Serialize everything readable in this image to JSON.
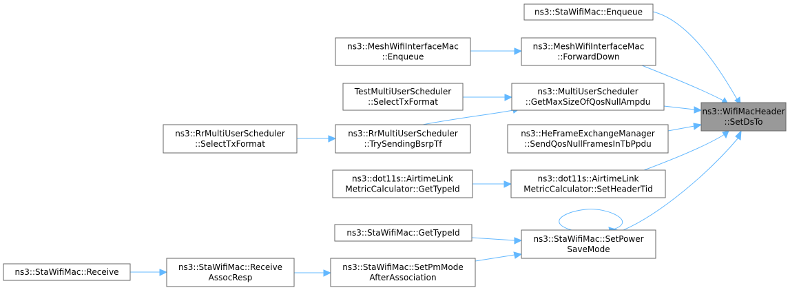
{
  "nodes": [
    {
      "id": "n0",
      "lines": [
        "ns3::WifiMacHeader",
        "::SetDsTo"
      ],
      "focus": true
    },
    {
      "id": "n1",
      "lines": [
        "ns3::StaWifiMac::Enqueue"
      ]
    },
    {
      "id": "n2",
      "lines": [
        "ns3::MeshWifiInterfaceMac",
        "::ForwardDown"
      ]
    },
    {
      "id": "n3",
      "lines": [
        "ns3::MeshWifiInterfaceMac",
        "::Enqueue"
      ]
    },
    {
      "id": "n4",
      "lines": [
        "ns3::MultiUserScheduler",
        "::GetMaxSizeOfQosNullAmpdu"
      ]
    },
    {
      "id": "n5",
      "lines": [
        "TestMultiUserScheduler",
        "::SelectTxFormat"
      ]
    },
    {
      "id": "n6",
      "lines": [
        "ns3::RrMultiUserScheduler",
        "::TrySendingBsrpTf"
      ]
    },
    {
      "id": "n7",
      "lines": [
        "ns3::RrMultiUserScheduler",
        "::SelectTxFormat"
      ]
    },
    {
      "id": "n8",
      "lines": [
        "ns3::HeFrameExchangeManager",
        "::SendQosNullFramesInTbPpdu"
      ]
    },
    {
      "id": "n9",
      "lines": [
        "ns3::dot11s::AirtimeLink",
        "MetricCalculator::SetHeaderTid"
      ]
    },
    {
      "id": "n10",
      "lines": [
        "ns3::dot11s::AirtimeLink",
        "MetricCalculator::GetTypeId"
      ]
    },
    {
      "id": "n11",
      "lines": [
        "ns3::StaWifiMac::SetPower",
        "SaveMode"
      ]
    },
    {
      "id": "n12",
      "lines": [
        "ns3::StaWifiMac::GetTypeId"
      ]
    },
    {
      "id": "n13",
      "lines": [
        "ns3::StaWifiMac::SetPmMode",
        "AfterAssociation"
      ]
    },
    {
      "id": "n14",
      "lines": [
        "ns3::StaWifiMac::Receive",
        "AssocResp"
      ]
    },
    {
      "id": "n15",
      "lines": [
        "ns3::StaWifiMac::Receive"
      ]
    }
  ],
  "edges": [
    {
      "from": "n1",
      "to": "n0"
    },
    {
      "from": "n2",
      "to": "n0"
    },
    {
      "from": "n3",
      "to": "n2"
    },
    {
      "from": "n4",
      "to": "n0"
    },
    {
      "from": "n5",
      "to": "n4"
    },
    {
      "from": "n6",
      "to": "n4"
    },
    {
      "from": "n7",
      "to": "n6"
    },
    {
      "from": "n8",
      "to": "n0"
    },
    {
      "from": "n9",
      "to": "n0"
    },
    {
      "from": "n10",
      "to": "n9"
    },
    {
      "from": "n11",
      "to": "n0"
    },
    {
      "from": "n11",
      "to": "n11"
    },
    {
      "from": "n12",
      "to": "n11"
    },
    {
      "from": "n13",
      "to": "n11"
    },
    {
      "from": "n14",
      "to": "n13"
    },
    {
      "from": "n15",
      "to": "n14"
    }
  ]
}
